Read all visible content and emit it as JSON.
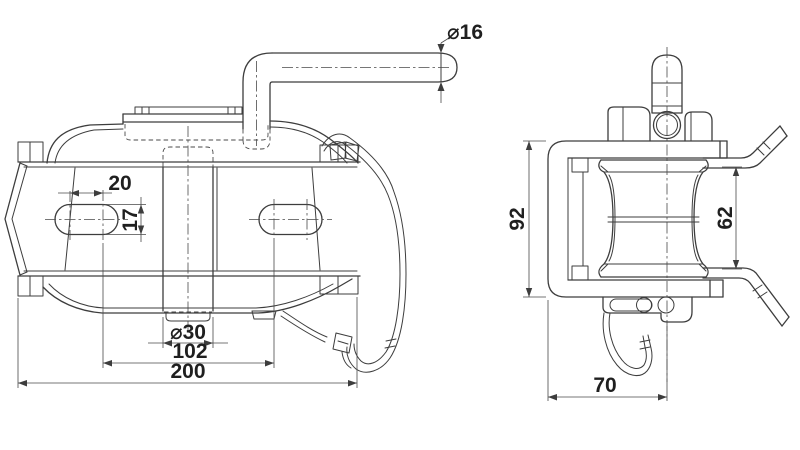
{
  "front_view": {
    "dimensions": {
      "shaft_diameter": "⌀16",
      "slot_length": "20",
      "slot_height": "17",
      "post_diameter": "⌀30",
      "hole_spacing": "102",
      "overall_width": "200"
    }
  },
  "side_view": {
    "dimensions": {
      "frame_height": "92",
      "inner_height": "62",
      "frame_depth": "70"
    }
  }
}
